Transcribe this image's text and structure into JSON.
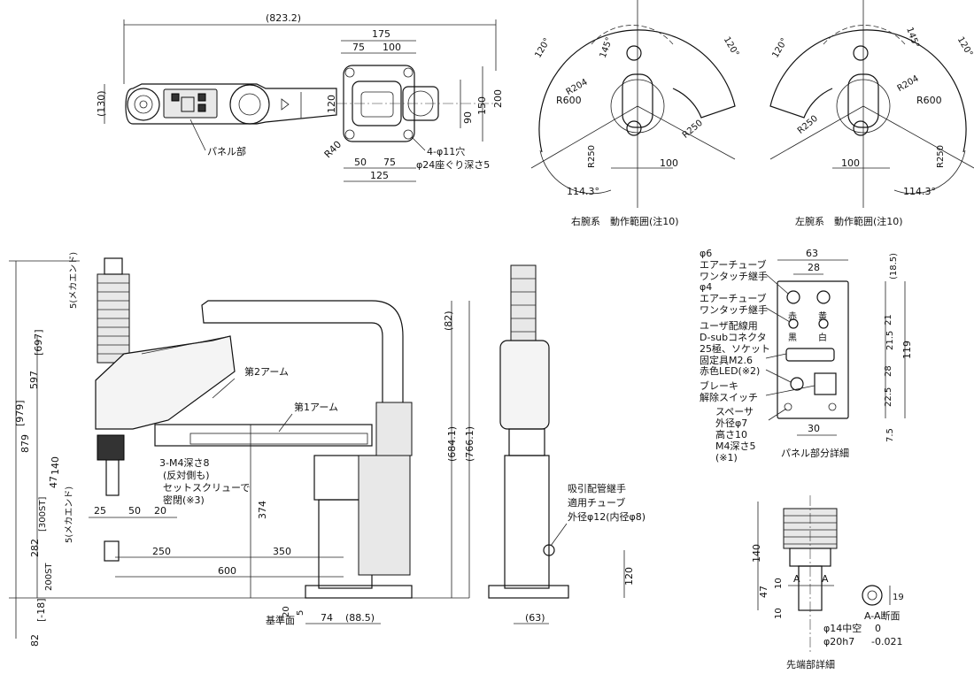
{
  "top_view": {
    "dims": {
      "total_length": "(823.2)",
      "d175": "175",
      "d75": "75",
      "d100": "100",
      "d130": "(130)",
      "d120": "120",
      "d90": "90",
      "d150": "150",
      "d200": "200",
      "r40": "R40",
      "d50": "50",
      "d75b": "75",
      "d125": "125"
    },
    "hole_note_1": "4-φ11穴",
    "hole_note_2": "φ24座ぐり深さ5",
    "panel_label": "パネル部"
  },
  "right_arm": {
    "caption": "右腕系　動作範囲(注10)",
    "angle_left": "120°",
    "angle_right": "120°",
    "angle_top": "145°",
    "r204": "R204",
    "r600": "R600",
    "r250a": "R250",
    "r250b": "R250",
    "d100": "100",
    "angle_bottom": "114.3°"
  },
  "left_arm": {
    "caption": "左腕系　動作範囲(注10)",
    "angle_left": "120°",
    "angle_right": "120°",
    "angle_top": "145°",
    "r204": "R204",
    "r600": "R600",
    "r250a": "R250",
    "r250b": "R250",
    "d100": "100",
    "angle_bottom": "114.3°"
  },
  "side_view": {
    "d879": "879",
    "d979": "[979]",
    "d597": "597",
    "d697": "[697]",
    "d282": "282",
    "d200st": "200ST",
    "d300st": "[300ST]",
    "d82": "82",
    "dm18": "[-18]",
    "mech_end_top": "5(メカエンド)",
    "mech_end_bottom": "5(メカエンド)",
    "d140": "140",
    "d47": "47",
    "d25": "25",
    "d50": "50",
    "d20": "20",
    "d250": "250",
    "d350": "350",
    "d600": "600",
    "d374": "374",
    "d20b": "20",
    "d5": "5",
    "d74": "74",
    "d88": "(88.5)",
    "d82b": "(82)",
    "d684": "(684.1)",
    "d766": "(766.1)",
    "arm2": "第2アーム",
    "arm1": "第1アーム",
    "screw_1": "3-M4深さ8",
    "screw_2": "(反対側も)",
    "screw_3": "セットスクリューで",
    "screw_4": "密閉(※3)",
    "base_ref": "基準面"
  },
  "front_view": {
    "pipe_1": "吸引配管継手",
    "pipe_2": "適用チューブ",
    "pipe_3": "外径φ12(内径φ8)",
    "d120": "120",
    "d63": "(63)"
  },
  "panel_detail": {
    "title": "パネル部分詳細",
    "d63": "63",
    "d28": "28",
    "d18": "(18.5)",
    "d21": "21",
    "d215": "21.5",
    "d119": "119",
    "d28b": "28",
    "d225": "22.5",
    "d75": "7.5",
    "d30": "30",
    "tube6_1": "φ6",
    "tube6_2": "エアーチューブ",
    "tube6_3": "ワンタッチ継手",
    "tube4_1": "φ4",
    "tube4_2": "エアーチューブ",
    "tube4_3": "ワンタッチ継手",
    "dsub_1": "ユーザ配線用",
    "dsub_2": "D-subコネクタ",
    "dsub_3": "25極、ソケット",
    "dsub_4": "固定具M2.6",
    "led": "赤色LED(※2)",
    "brake_1": "ブレーキ",
    "brake_2": "解除スイッチ",
    "spacer_1": "スペーサ",
    "spacer_2": "外径φ7",
    "spacer_3": "高さ10",
    "spacer_4": "M4深さ5",
    "spacer_5": "(※1)",
    "red": "赤",
    "black": "黒",
    "yellow": "黄",
    "white": "白"
  },
  "tip_detail": {
    "title": "先端部詳細",
    "d140": "140",
    "d47": "47",
    "d10": "10",
    "d10b": "10",
    "a_left": "A",
    "a_right": "A",
    "section": "A-A断面",
    "d19": "19",
    "hollow": "φ14中空",
    "shaft": "φ20h7",
    "tol_top": "0",
    "tol_bottom": "-0.021"
  }
}
